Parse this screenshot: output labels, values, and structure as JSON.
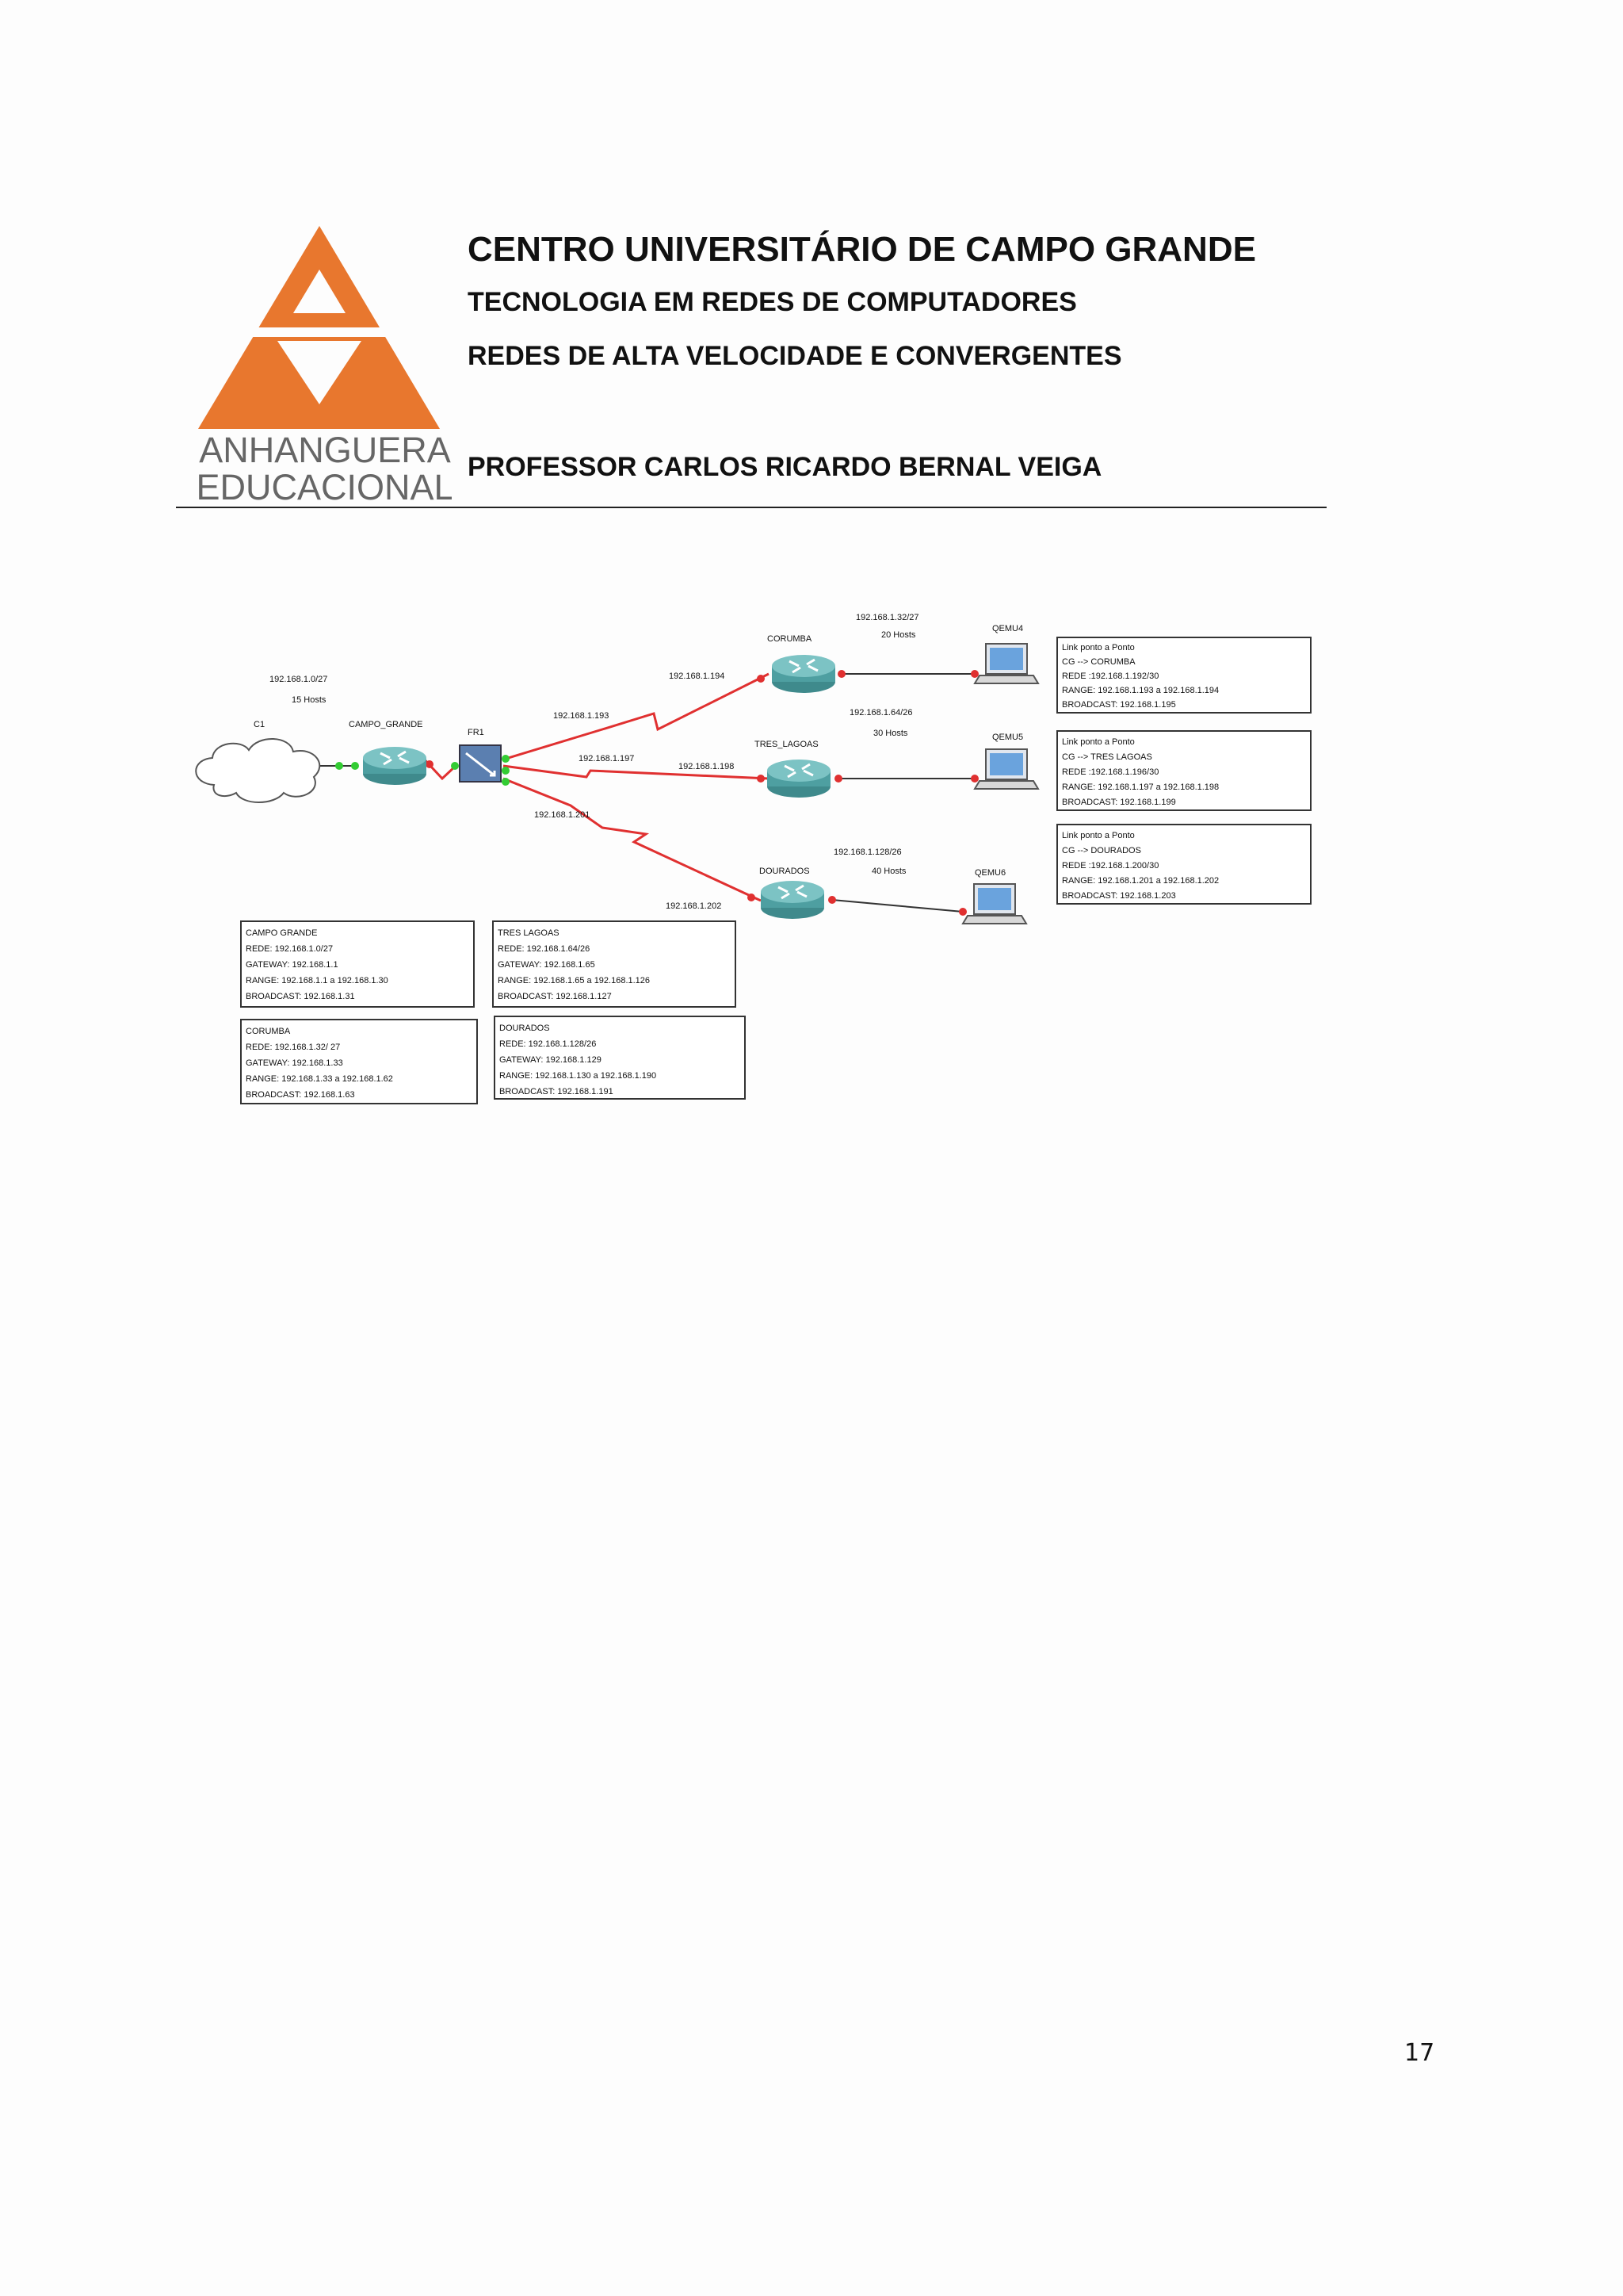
{
  "logo": {
    "line1": "ANHANGUERA",
    "line2": "EDUCACIONAL",
    "color": "#e8772e"
  },
  "header": {
    "institution": "CENTRO UNIVERSITÁRIO DE CAMPO GRANDE",
    "course": "TECNOLOGIA EM REDES DE COMPUTADORES",
    "subject": "REDES DE ALTA VELOCIDADE E CONVERGENTES",
    "professor": "PROFESSOR CARLOS RICARDO BERNAL VEIGA"
  },
  "diagram": {
    "nodes": {
      "cloud": "C1",
      "campo_grande": "CAMPO_GRANDE",
      "fr1": "FR1",
      "corumba": "CORUMBA",
      "tres_lagoas": "TRES_LAGOAS",
      "dourados": "DOURADOS",
      "qemu4": "QEMU4",
      "qemu5": "QEMU5",
      "qemu6": "QEMU6"
    },
    "labels": {
      "cg_net": "192.168.1.0/27",
      "cg_hosts": "15 Hosts",
      "fr1_ip_top": "192.168.1.193",
      "fr1_ip_mid": "192.168.1.197",
      "fr1_ip_bot": "192.168.1.201",
      "corumba_ip": "192.168.1.194",
      "corumba_net": "192.168.1.32/27",
      "corumba_hosts": "20 Hosts",
      "tres_ip": "192.168.1.198",
      "tres_net": "192.168.1.64/26",
      "tres_hosts": "30 Hosts",
      "dourados_ip": "192.168.1.202",
      "dourados_net": "192.168.1.128/26",
      "dourados_hosts": "40 Hosts"
    },
    "boxes": {
      "ptp1": [
        "Link ponto a Ponto",
        "CG --> CORUMBA",
        "REDE :192.168.1.192/30",
        "RANGE: 192.168.1.193 a 192.168.1.194",
        "BROADCAST: 192.168.1.195"
      ],
      "ptp2": [
        "Link ponto a Ponto",
        "CG --> TRES LAGOAS",
        "REDE :192.168.1.196/30",
        "RANGE: 192.168.1.197 a 192.168.1.198",
        "BROADCAST: 192.168.1.199"
      ],
      "ptp3": [
        "Link ponto a Ponto",
        "CG --> DOURADOS",
        "REDE :192.168.1.200/30",
        "RANGE: 192.168.1.201 a 192.168.1.202",
        "BROADCAST: 192.168.1.203"
      ],
      "campo_grande": [
        "CAMPO GRANDE",
        "REDE: 192.168.1.0/27",
        "GATEWAY: 192.168.1.1",
        "RANGE: 192.168.1.1 a 192.168.1.30",
        "BROADCAST: 192.168.1.31"
      ],
      "tres_lagoas": [
        "TRES LAGOAS",
        "REDE: 192.168.1.64/26",
        "GATEWAY: 192.168.1.65",
        "RANGE: 192.168.1.65 a 192.168.1.126",
        "BROADCAST: 192.168.1.127"
      ],
      "corumba": [
        "CORUMBA",
        "REDE: 192.168.1.32/ 27",
        "GATEWAY: 192.168.1.33",
        "RANGE: 192.168.1.33 a 192.168.1.62",
        "BROADCAST: 192.168.1.63"
      ],
      "dourados": [
        "DOURADOS",
        "REDE: 192.168.1.128/26",
        "GATEWAY: 192.168.1.129",
        "RANGE: 192.168.1.130 a 192.168.1.190",
        "BROADCAST: 192.168.1.191"
      ]
    }
  },
  "footer": {
    "page_number": "17"
  }
}
